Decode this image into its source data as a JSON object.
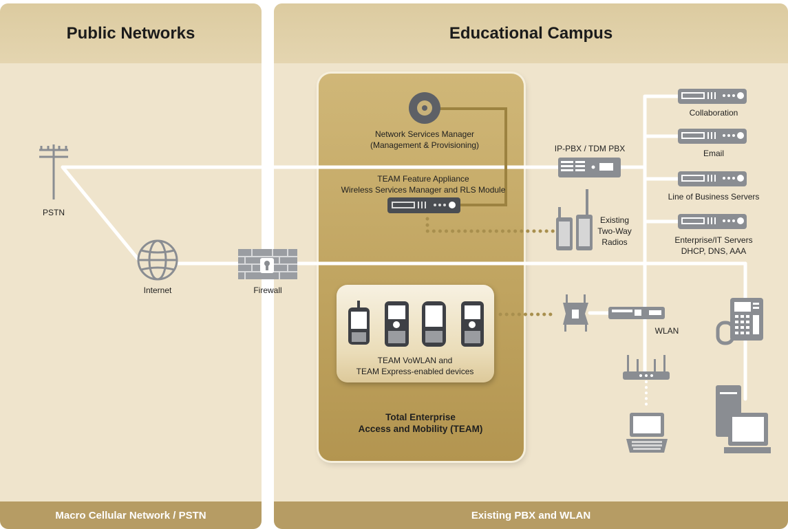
{
  "panels": {
    "left": {
      "title": "Public Networks",
      "footer": "Macro Cellular Network / PSTN"
    },
    "right": {
      "title": "Educational Campus",
      "footer": "Existing PBX and WLAN"
    }
  },
  "nodes": {
    "pstn": "PSTN",
    "internet": "Internet",
    "firewall": "Firewall",
    "nsm_line1": "Network Services Manager",
    "nsm_line2": "(Management & Provisioning)",
    "tfa_line1": "TEAM Feature Appliance",
    "tfa_line2": "Wireless Services Manager and RLS Module",
    "pbx": "IP-PBX / TDM PBX",
    "radios_line1": "Existing",
    "radios_line2": "Two-Way",
    "radios_line3": "Radios",
    "devices_line1": "TEAM VoWLAN and",
    "devices_line2": "TEAM Express-enabled devices",
    "team_line1": "Total Enterprise",
    "team_line2": "Access and Mobility (TEAM)",
    "wlan": "WLAN",
    "collaboration": "Collaboration",
    "email": "Email",
    "lob": "Line of Business Servers",
    "it_line1": "Enterprise/IT Servers",
    "it_line2": "DHCP, DNS, AAA"
  },
  "colors": {
    "panel_bg": "#efe4cc",
    "header_bg": "#dccba0",
    "footer_bg": "#b69c64",
    "team_box": "#c0a460",
    "icon_gray": "#8a8d92",
    "dotted_link": "#a88f4e",
    "link_line": "#ffffff"
  },
  "icons": [
    "utility-pole-icon",
    "globe-icon",
    "firewall-icon",
    "cd-disc-icon",
    "server-icon",
    "pbx-icon",
    "radio-icon",
    "mobile-phone-icon",
    "access-point-icon",
    "wlan-switch-icon",
    "router-icon",
    "laptop-icon",
    "desk-phone-icon",
    "desktop-pc-icon"
  ]
}
